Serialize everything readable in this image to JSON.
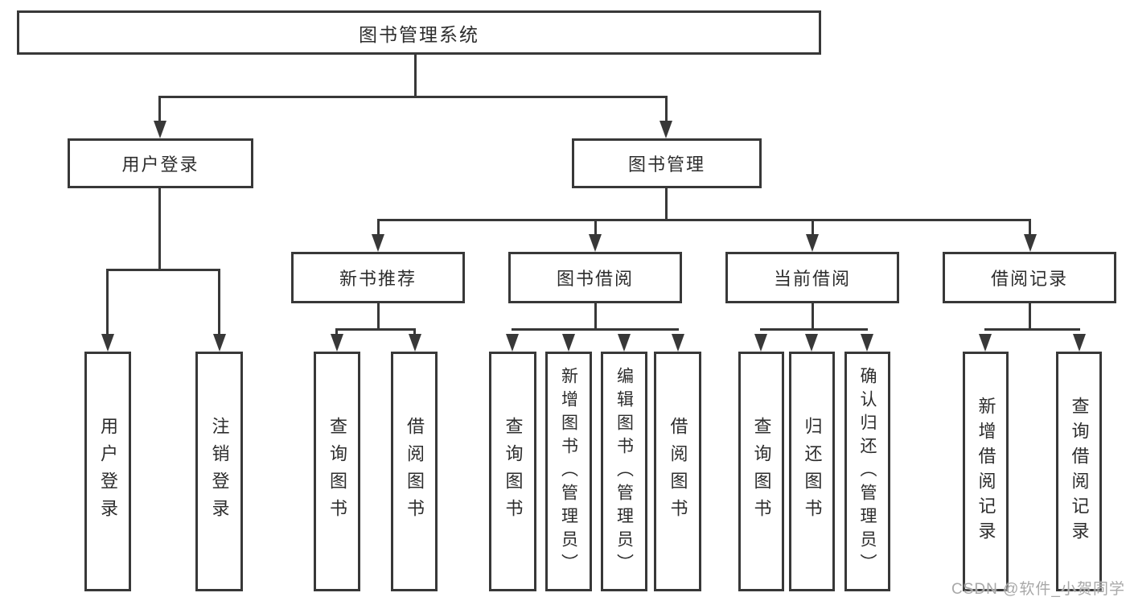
{
  "diagram": {
    "root": "图书管理系统",
    "level2": {
      "user_login": "用户登录",
      "book_mgmt": "图书管理"
    },
    "level3": {
      "new_book": "新书推荐",
      "book_borrow": "图书借阅",
      "current_borrow": "当前借阅",
      "borrow_record": "借阅记录"
    },
    "leaves": {
      "user_login": [
        "用户登录",
        "注销登录"
      ],
      "new_book": [
        "查询图书",
        "借阅图书"
      ],
      "book_borrow": [
        "查询图书",
        "新增图书（管理员）",
        "编辑图书（管理员）",
        "借阅图书"
      ],
      "current_borrow": [
        "查询图书",
        "归还图书",
        "确认归还（管理员）"
      ],
      "borrow_record": [
        "新增借阅记录",
        "查询借阅记录"
      ]
    }
  },
  "watermark": "CSDN @软件_小贺同学",
  "colors": {
    "line": "#383838",
    "text": "#2d2d2d",
    "watermark": "#a8a8a8",
    "background": "#ffffff"
  }
}
